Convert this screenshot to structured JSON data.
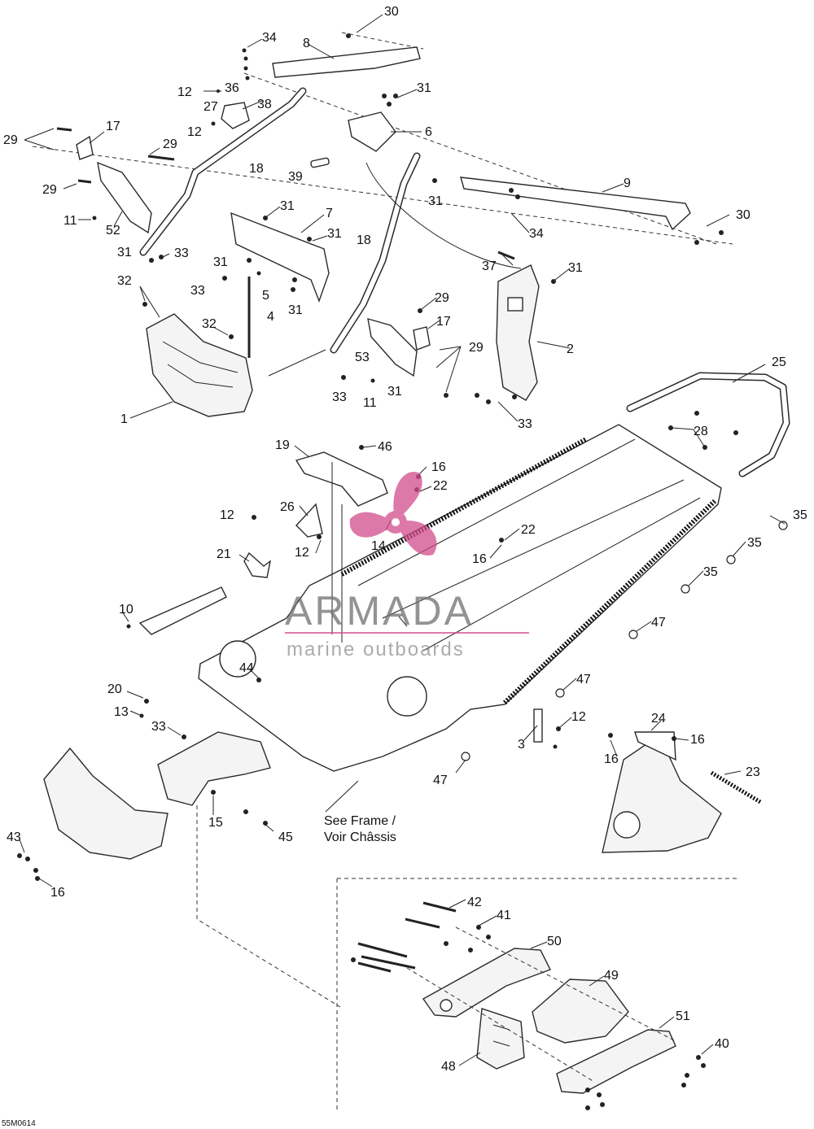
{
  "watermark": {
    "brand": "ARMADA",
    "tagline": "marine outboards",
    "accent_color": "#d24d8d"
  },
  "note": {
    "line1": "See Frame /",
    "line2": "Voir Châssis"
  },
  "drawing_code": "55M0614",
  "callouts": [
    "1",
    "2",
    "3",
    "4",
    "5",
    "6",
    "7",
    "8",
    "9",
    "10",
    "11",
    "12",
    "13",
    "14",
    "15",
    "16",
    "17",
    "18",
    "19",
    "20",
    "21",
    "22",
    "23",
    "24",
    "25",
    "26",
    "27",
    "28",
    "29",
    "30",
    "31",
    "32",
    "33",
    "34",
    "35",
    "36",
    "37",
    "38",
    "39",
    "40",
    "41",
    "42",
    "43",
    "44",
    "45",
    "46",
    "47",
    "48",
    "49",
    "50",
    "51",
    "52",
    "53"
  ]
}
